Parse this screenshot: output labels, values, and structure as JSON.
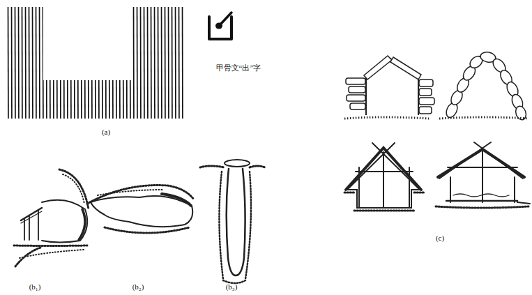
{
  "diagram": {
    "labels": [
      "甲骨文“出”字",
      "(a)",
      "(b₁)",
      "(b₂)",
      "(b₃)",
      "(c)"
    ]
  }
}
